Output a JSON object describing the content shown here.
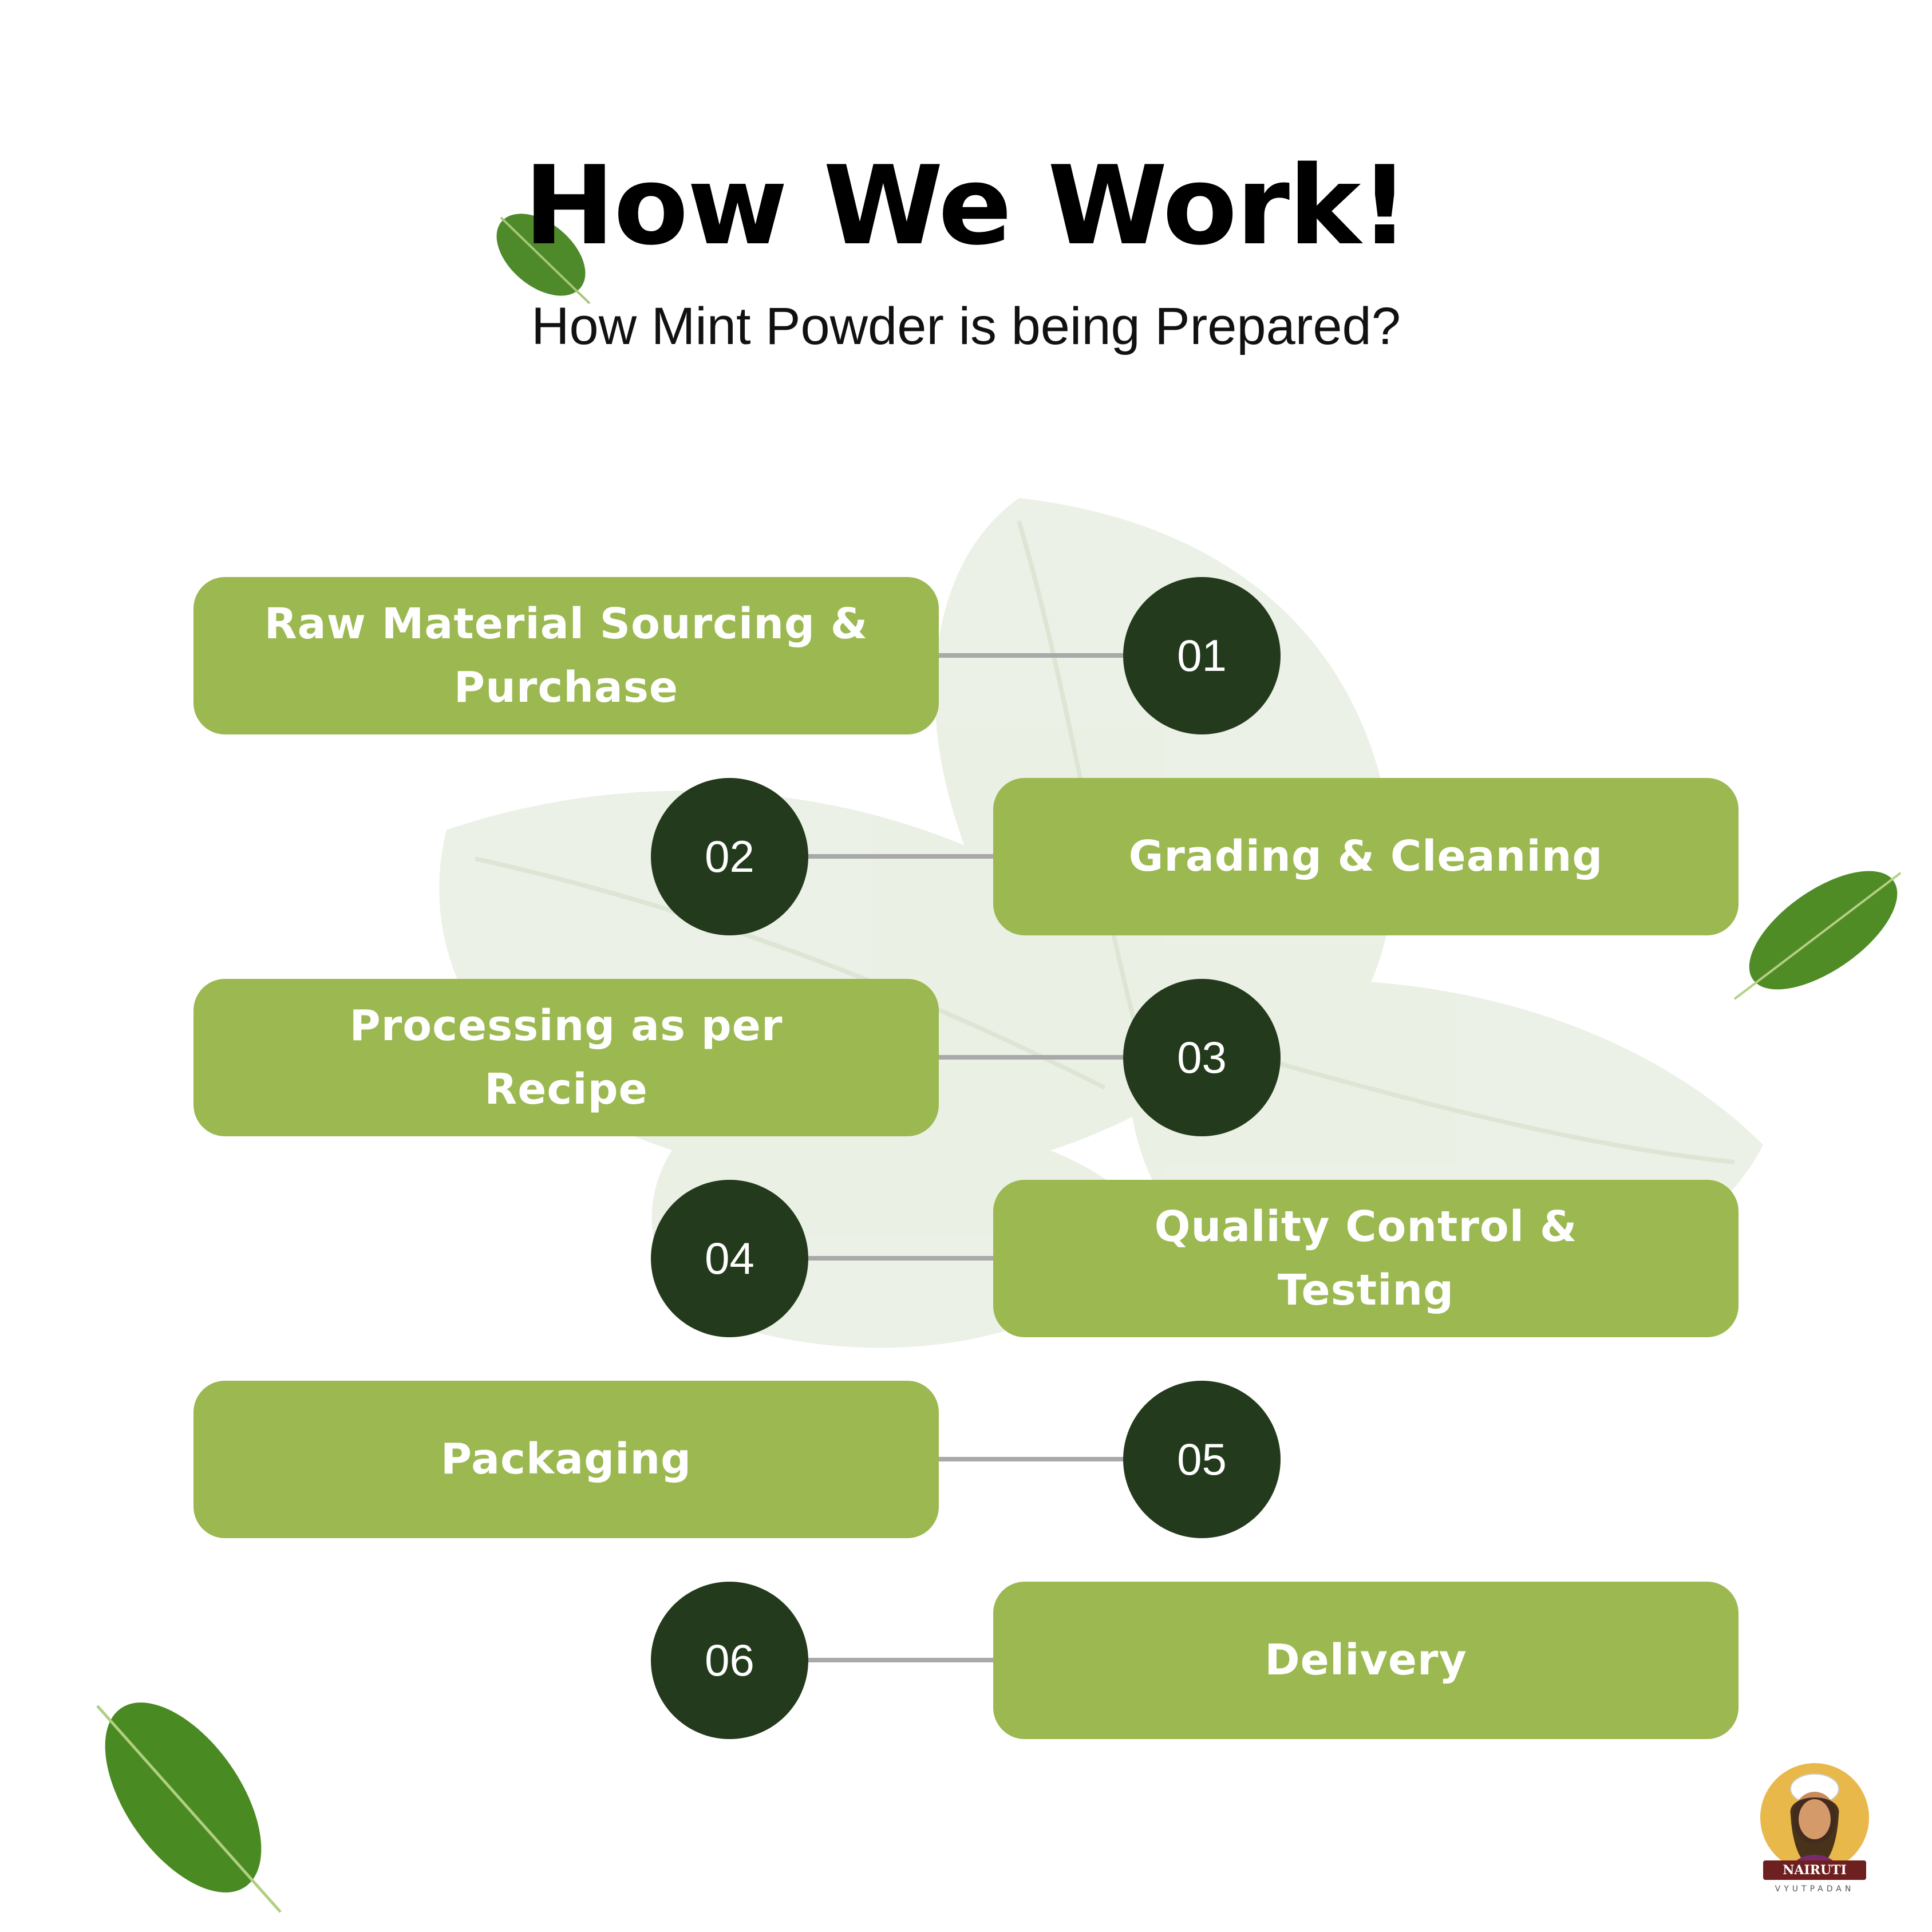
{
  "header": {
    "title": "How We Work!",
    "subtitle": "How Mint Powder is being Prepared?"
  },
  "steps": [
    {
      "number": "01",
      "label": "Raw Material Sourcing & Purchase"
    },
    {
      "number": "02",
      "label": "Grading & Cleaning"
    },
    {
      "number": "03",
      "label": "Processing as per Recipe"
    },
    {
      "number": "04",
      "label": "Quality Control & Testing"
    },
    {
      "number": "05",
      "label": "Packaging"
    },
    {
      "number": "06",
      "label": "Delivery"
    }
  ],
  "logo": {
    "name": "NAIRUTI",
    "tagline": "VYUTPADAN"
  },
  "colors": {
    "box_green": "#9bb851",
    "circle_dark_green": "#233a1c",
    "connector_gray": "#a9a9a9"
  }
}
